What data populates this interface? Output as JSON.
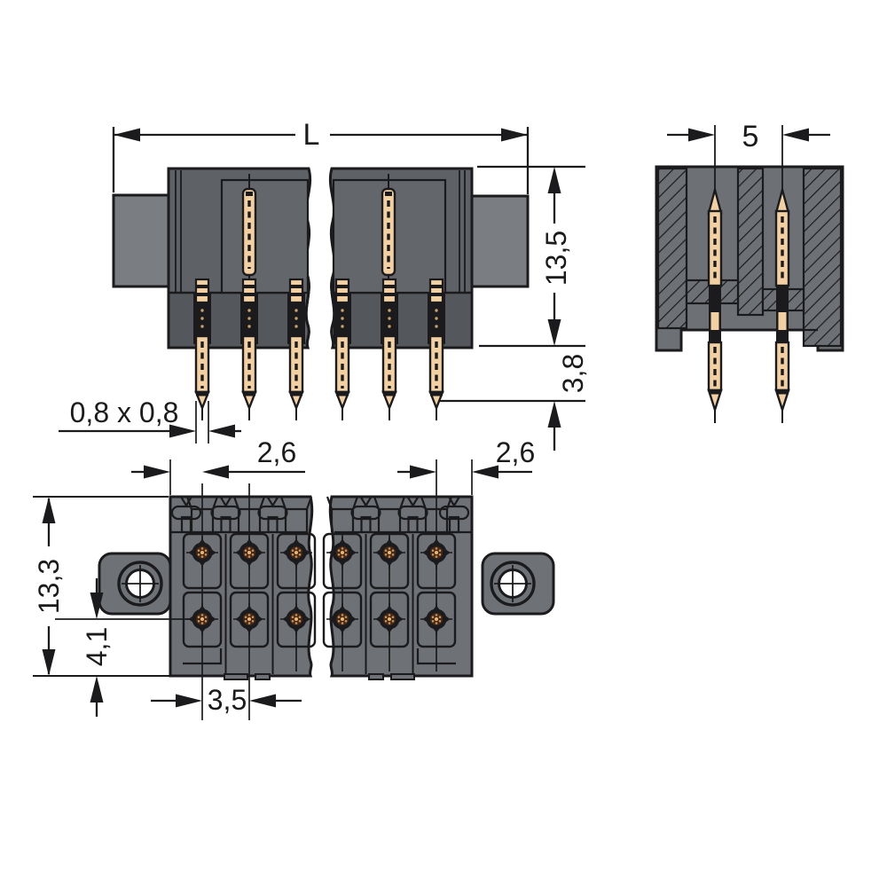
{
  "side_view": {
    "length_label": "L",
    "height_label": "13,5",
    "pin_length_label": "3,8",
    "pin_square_label": "0,8 x 0,8"
  },
  "section_view": {
    "row_pitch_label": "5"
  },
  "plan_view": {
    "offset_left_label": "2,6",
    "offset_right_label": "2,6",
    "depth_label": "13,3",
    "row_offset_label": "4,1",
    "pin_pitch_label": "3,5"
  },
  "colors": {
    "background": "#ffffff",
    "line": "#1b1b1d",
    "body_light_block": "#7a7d81",
    "body_medium": "#5e6266",
    "body_dark": "#54575b",
    "body_plan": "#6e7276",
    "body_section": "#6d7175",
    "pin_tan": "#f2d0a2",
    "pin_contact_brown": "#42291a",
    "pin_dot_orange": "#cf8f4e"
  }
}
